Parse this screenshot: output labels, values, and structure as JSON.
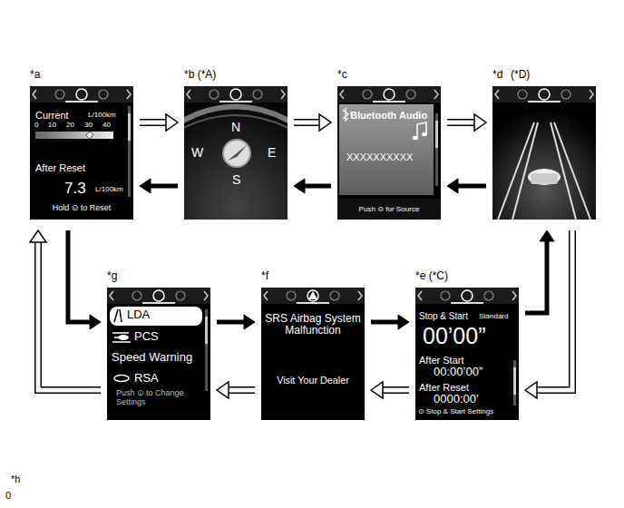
{
  "diagram": {
    "nodes": [
      {
        "text": [
          "*a",
          "Current",
          "L/100km",
          "0",
          "10",
          "20",
          "30",
          "40",
          "After Reset",
          "7.3",
          "L/100km",
          "Hold ⊙ to Reset"
        ]
      },
      {
        "text": [
          "*b (*A)",
          "N",
          "W",
          "E",
          "S"
        ]
      },
      {
        "text": [
          "*c",
          "Bluetooth Audio",
          "XXXXXXXXXX",
          "Push ⊙ for Source"
        ]
      },
      {
        "text": [
          "*d",
          "(*D)"
        ]
      },
      {
        "text": [
          "*g",
          "LDA",
          "PCS",
          "Speed Warning",
          "RSA",
          "Push ⊙ to Change Settings"
        ]
      },
      {
        "text": [
          "*f",
          "SRS Airbag System Malfunction",
          "Visit Your Dealer"
        ]
      },
      {
        "text": [
          "*e (*C)",
          "Stop & Start",
          "Standard",
          "00’00”",
          "After Start",
          "00:00’00”",
          "After Reset",
          "0000:00’",
          "⊙ Stop & Start Settings"
        ]
      }
    ],
    "edges": [
      {
        "from": 0,
        "to": 1,
        "arrow": "to"
      },
      {
        "from": 1,
        "to": 2,
        "arrow": "to"
      },
      {
        "from": 2,
        "to": 3,
        "arrow": "to"
      },
      {
        "from": 3,
        "to": 2,
        "arrow": "to"
      },
      {
        "from": 2,
        "to": 1,
        "arrow": "to"
      },
      {
        "from": 1,
        "to": 0,
        "arrow": "to"
      },
      {
        "from": 0,
        "to": 4,
        "arrow": "to"
      },
      {
        "from": 4,
        "to": 5,
        "arrow": "to"
      },
      {
        "from": 5,
        "to": 6,
        "arrow": "to"
      },
      {
        "from": 6,
        "to": 3,
        "arrow": "to"
      },
      {
        "from": 3,
        "to": 6,
        "arrow": "to"
      },
      {
        "from": 6,
        "to": 5,
        "arrow": "to"
      },
      {
        "from": 5,
        "to": 4,
        "arrow": "to"
      },
      {
        "from": 4,
        "to": 0,
        "arrow": "to"
      }
    ],
    "labels": [
      "*h",
      "0"
    ]
  }
}
